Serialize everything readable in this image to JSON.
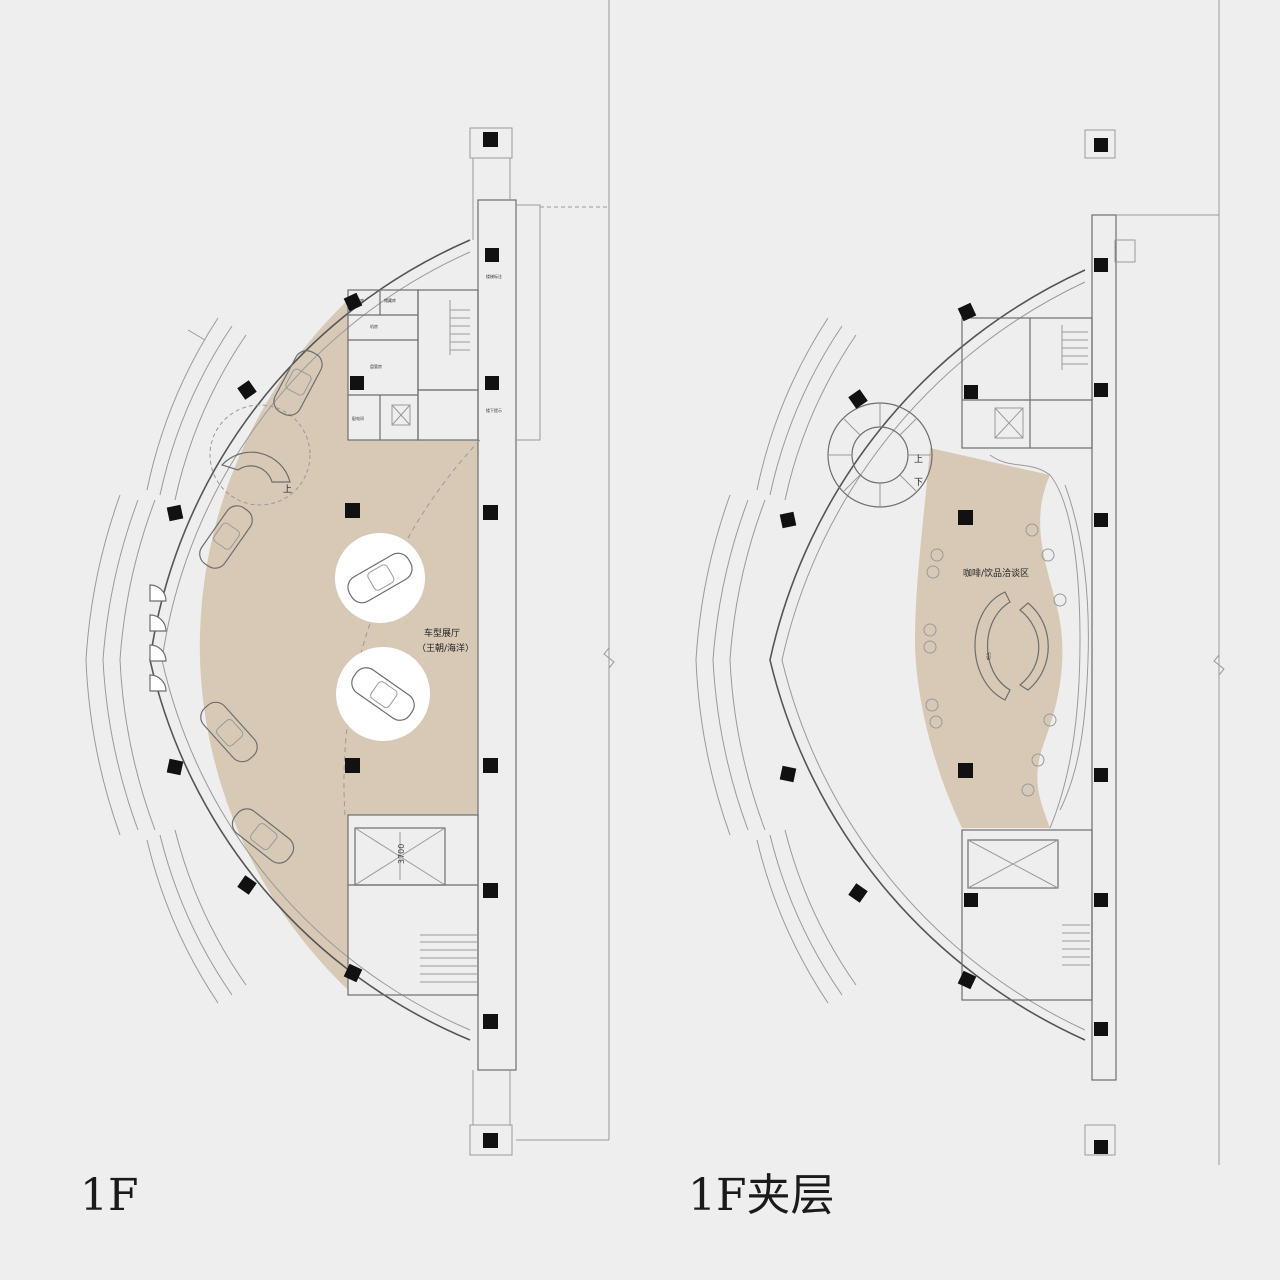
{
  "floors": [
    {
      "label": "1F",
      "zone": {
        "name": "车型展厅",
        "sub": "（王朝/海洋）"
      },
      "dimension": "3700",
      "rooms": [
        "冷藏库",
        "储藏库",
        "机房",
        "盘管房",
        "配电间"
      ],
      "stair_mark": "上",
      "notes": [
        "楼梯标注",
        "楼下提示"
      ]
    },
    {
      "label": "1F夹层",
      "zone": {
        "name": "咖啡/饮品洽谈区"
      },
      "stair_marks": [
        "上",
        "下"
      ],
      "counter_mark": "吧台"
    }
  ],
  "colors": {
    "background": "#eeeeee",
    "floor_fill": "#d7c9b6",
    "line": "#6e6e6e",
    "column": "#111111",
    "car_platform": "#ffffff"
  }
}
